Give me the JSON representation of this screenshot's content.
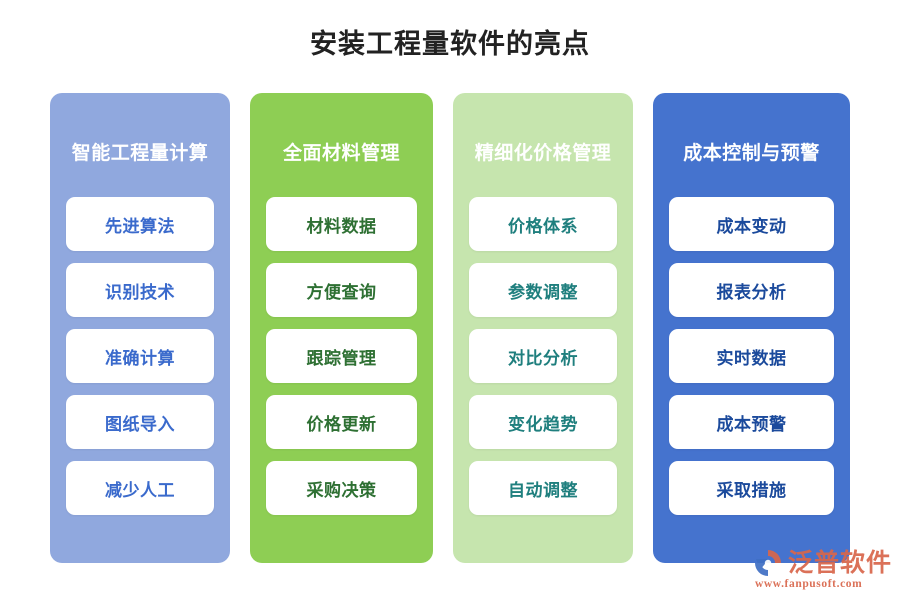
{
  "header": {
    "title": "安装工程量软件的亮点"
  },
  "columns": [
    {
      "id": "intelligent-quantity-calculation",
      "title": "智能工程量计算",
      "bg_color": "#90A8DE",
      "item_text_color": "#3A6ACC",
      "items": [
        "先进算法",
        "识别技术",
        "准确计算",
        "图纸导入",
        "减少人工"
      ]
    },
    {
      "id": "comprehensive-material-management",
      "title": "全面材料管理",
      "bg_color": "#8ECE54",
      "item_text_color": "#2E7033",
      "items": [
        "材料数据",
        "方便查询",
        "跟踪管理",
        "价格更新",
        "采购决策"
      ]
    },
    {
      "id": "refined-price-management",
      "title": "精细化价格管理",
      "bg_color": "#C6E5AE",
      "item_text_color": "#1F7F7E",
      "items": [
        "价格体系",
        "参数调整",
        "对比分析",
        "变化趋势",
        "自动调整"
      ]
    },
    {
      "id": "cost-control-and-alert",
      "title": "成本控制与预警",
      "bg_color": "#4573CE",
      "item_text_color": "#1B4A9C",
      "items": [
        "成本变动",
        "报表分析",
        "实时数据",
        "成本预警",
        "采取措施"
      ]
    }
  ],
  "watermark": {
    "brand": "泛普软件",
    "url": "www.fanpusoft.com",
    "brand_color": "#D9664A",
    "mark_blue": "#3F6FC4",
    "mark_orange": "#D9664A"
  }
}
